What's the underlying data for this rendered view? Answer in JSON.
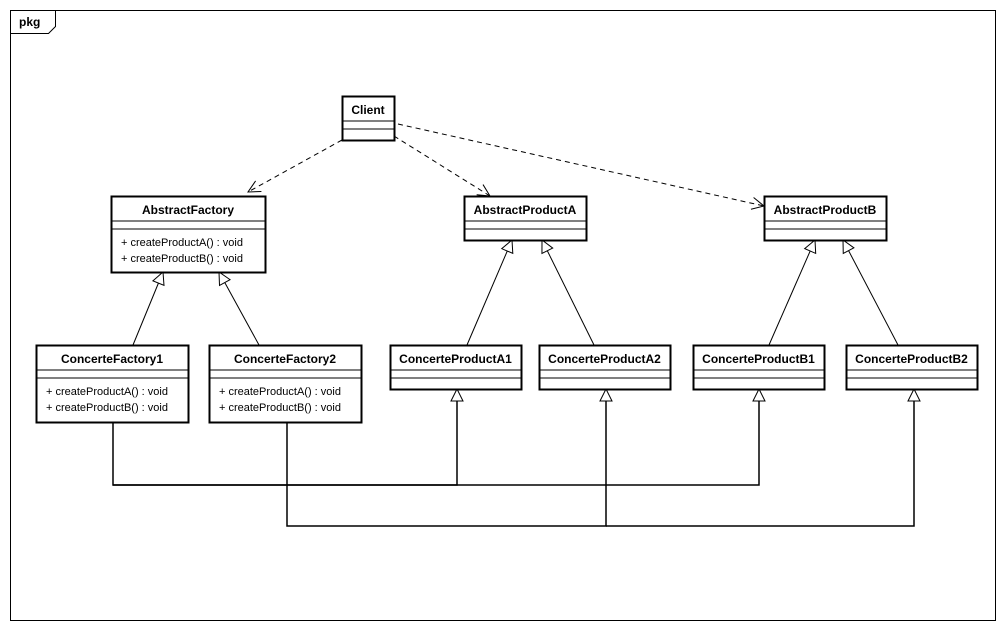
{
  "frame": {
    "label": "pkg"
  },
  "classes": [
    {
      "id": "client",
      "name": "Client",
      "operations": []
    },
    {
      "id": "abstract-factory",
      "name": "AbstractFactory",
      "operations": [
        "+ createProductA() : void",
        "+ createProductB() : void"
      ]
    },
    {
      "id": "abstract-product-a",
      "name": "AbstractProductA",
      "operations": []
    },
    {
      "id": "abstract-product-b",
      "name": "AbstractProductB",
      "operations": []
    },
    {
      "id": "concrete-factory-1",
      "name": "ConcerteFactory1",
      "operations": [
        "+ createProductA() : void",
        "+ createProductB() : void"
      ]
    },
    {
      "id": "concrete-factory-2",
      "name": "ConcerteFactory2",
      "operations": [
        "+ createProductA() : void",
        "+ createProductB() : void"
      ]
    },
    {
      "id": "concrete-product-a1",
      "name": "ConcerteProductA1",
      "operations": []
    },
    {
      "id": "concrete-product-a2",
      "name": "ConcerteProductA2",
      "operations": []
    },
    {
      "id": "concrete-product-b1",
      "name": "ConcerteProductB1",
      "operations": []
    },
    {
      "id": "concrete-product-b2",
      "name": "ConcerteProductB2",
      "operations": []
    }
  ],
  "relations": [
    {
      "type": "dependency",
      "from": "client",
      "to": "abstract-factory"
    },
    {
      "type": "dependency",
      "from": "client",
      "to": "abstract-product-a"
    },
    {
      "type": "dependency",
      "from": "client",
      "to": "abstract-product-b"
    },
    {
      "type": "generalization",
      "from": "concrete-factory-1",
      "to": "abstract-factory"
    },
    {
      "type": "generalization",
      "from": "concrete-factory-2",
      "to": "abstract-factory"
    },
    {
      "type": "generalization",
      "from": "concrete-product-a1",
      "to": "abstract-product-a"
    },
    {
      "type": "generalization",
      "from": "concrete-product-a2",
      "to": "abstract-product-a"
    },
    {
      "type": "generalization",
      "from": "concrete-product-b1",
      "to": "abstract-product-b"
    },
    {
      "type": "generalization",
      "from": "concrete-product-b2",
      "to": "abstract-product-b"
    },
    {
      "type": "link",
      "from": "concrete-factory-1",
      "to": "concrete-product-a1"
    },
    {
      "type": "link",
      "from": "concrete-factory-1",
      "to": "concrete-product-b1"
    },
    {
      "type": "link",
      "from": "concrete-factory-2",
      "to": "concrete-product-a2"
    },
    {
      "type": "link",
      "from": "concrete-factory-2",
      "to": "concrete-product-b2"
    }
  ]
}
